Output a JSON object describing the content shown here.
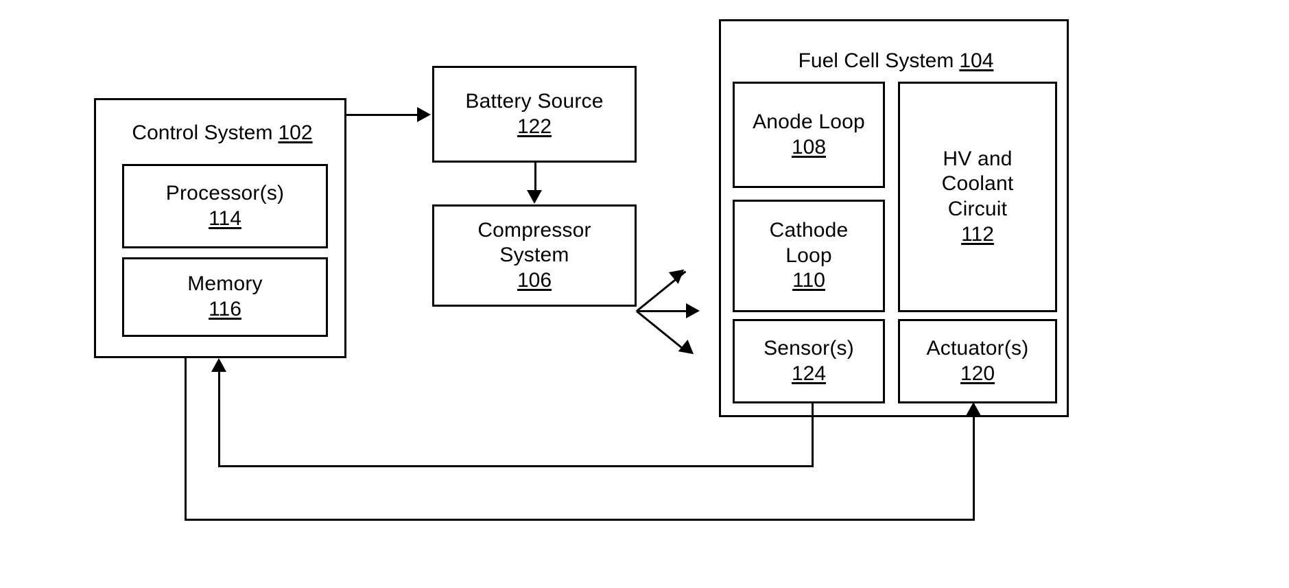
{
  "figure": {
    "type": "block-diagram",
    "background_color": "#ffffff",
    "line_color": "#000000"
  },
  "blocks": {
    "control_system": {
      "title": "Control System",
      "ref": "102",
      "children": {
        "processor": {
          "label": "Processor(s)",
          "ref": "114"
        },
        "memory": {
          "label": "Memory",
          "ref": "116"
        }
      }
    },
    "battery_source": {
      "label": "Battery Source",
      "ref": "122"
    },
    "compressor_system": {
      "label": "Compressor\nSystem",
      "ref": "106"
    },
    "fuel_cell_system": {
      "title": "Fuel Cell System",
      "ref": "104",
      "children": {
        "anode_loop": {
          "label": "Anode Loop",
          "ref": "108"
        },
        "cathode_loop": {
          "label": "Cathode\nLoop",
          "ref": "110"
        },
        "hv_coolant_circuit": {
          "label": "HV and\nCoolant\nCircuit",
          "ref": "112"
        },
        "sensors": {
          "label": "Sensor(s)",
          "ref": "124"
        },
        "actuators": {
          "label": "Actuator(s)",
          "ref": "120"
        }
      }
    }
  },
  "connections": [
    {
      "name": "control-to-battery",
      "from": "control_system",
      "to": "battery_source",
      "style": "arrow-right"
    },
    {
      "name": "battery-to-compressor",
      "from": "battery_source",
      "to": "compressor_system",
      "style": "arrow-down"
    },
    {
      "name": "compressor-to-fuelcell-upper",
      "from": "compressor_system",
      "to": "fuel_cell_system",
      "style": "arrow-diagonal-up"
    },
    {
      "name": "compressor-to-fuelcell-middle",
      "from": "compressor_system",
      "to": "fuel_cell_system",
      "style": "arrow-right"
    },
    {
      "name": "compressor-to-fuelcell-lower",
      "from": "compressor_system",
      "to": "fuel_cell_system",
      "style": "arrow-diagonal-down"
    },
    {
      "name": "sensors-to-control",
      "from": "sensors",
      "to": "control_system",
      "style": "feedback-arrow-up"
    },
    {
      "name": "control-to-actuators",
      "from": "control_system",
      "to": "actuators",
      "style": "feedback-arrow-up"
    }
  ]
}
